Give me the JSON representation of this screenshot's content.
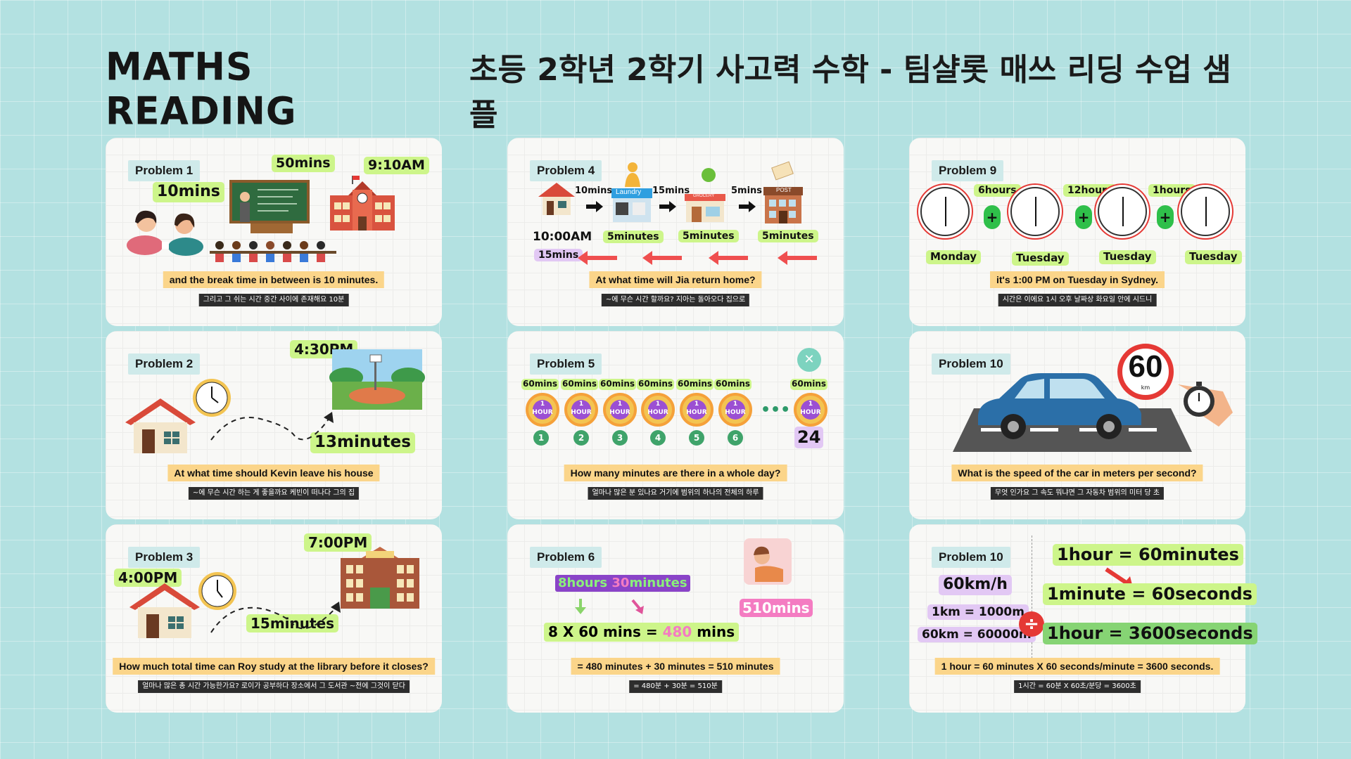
{
  "header": {
    "brand": "MATHS READING",
    "subtitle": "초등 2학년 2학기 사고력 수학 - 팀샬롯 매쓰 리딩 수업 샘플"
  },
  "cards": {
    "p1": {
      "tag": "Problem 1",
      "labels": [
        "10mins",
        "50mins",
        "9:10AM"
      ],
      "eng": "and the break time in between is 10 minutes.",
      "kor": "그리고 그 쉬는 시간 중간 사이에 존재해요 10분"
    },
    "p2": {
      "tag": "Problem 2",
      "labels": [
        "4:30PM",
        "13minutes"
      ],
      "eng": "At what time should Kevin leave his house",
      "kor": "~에 무슨 시간 하는 게 좋을까요 케빈이 떠나다 그의 집"
    },
    "p3": {
      "tag": "Problem 3",
      "labels": [
        "7:00PM",
        "4:00PM",
        "15minutes"
      ],
      "eng": "How much total time can Roy study at the library before it closes?",
      "kor": "얼마나 많은 총 시간 가능한가요? 로이가 공부하다 장소에서 그 도서관 ~전에 그것이 닫다"
    },
    "p4": {
      "tag": "Problem 4",
      "top_labels": [
        "10mins",
        "15mins",
        "5mins"
      ],
      "time": "10:00AM",
      "bottom_labels": [
        "5minutes",
        "5minutes",
        "5minutes"
      ],
      "purple": "15mins",
      "shop_sign": "Laundry",
      "grocery_sign": "GROCERY",
      "post_sign": "POST",
      "eng": "At what time will Jia return home?",
      "kor": "~에 무슨 시간 할까요? 지아는 돌아오다 집으로"
    },
    "p5": {
      "tag": "Problem 5",
      "mins_labels": [
        "60mins",
        "60mins",
        "60mins",
        "60mins",
        "60mins",
        "60mins",
        "60mins"
      ],
      "hour_num": "1",
      "hour_word": "HOUR",
      "numbers": [
        "1",
        "2",
        "3",
        "4",
        "5",
        "6"
      ],
      "dots": "•••",
      "last": "24",
      "close_icon": "✕",
      "eng": "How many minutes are there in a whole day?",
      "kor": "얼마나 많은 분 있나요 거기에 범위의 하나의 전체의 하루"
    },
    "p6": {
      "tag": "Problem 6",
      "hours_a": "8hours ",
      "hours_b": "30",
      "hours_c": "minutes",
      "eq_a": "8 X 60 mins = ",
      "eq_b": "480",
      "eq_c": " mins",
      "result": "510mins",
      "eng": "= 480 minutes + 30 minutes = 510 minutes",
      "kor": "= 480분 + 30분 = 510분"
    },
    "p9": {
      "tag": "Problem 9",
      "top_labels": [
        "6hours",
        "12hours",
        "1hours"
      ],
      "days": [
        "Monday",
        "Tuesday",
        "Tuesday",
        "Tuesday"
      ],
      "plus": "+",
      "eng": "it's 1:00 PM on Tuesday in Sydney.",
      "kor": "시간은 이에요 1시 오후 날짜상 화요일 안에 시드니"
    },
    "p10a": {
      "tag": "Problem 10",
      "speed": "60",
      "speed_unit": "km",
      "eng": "What is the speed of the car in meters per second?",
      "kor": "무엇 인가요 그 속도 뭐냐면 그 자동차 범위의 미터 당 초"
    },
    "p10b": {
      "tag": "Problem 10",
      "kmh": "60km/h",
      "km1": "1km = 1000m",
      "km60": "60km = 60000m",
      "divide": "÷",
      "eq1": "1hour = 60minutes",
      "eq2": "1minute = 60seconds",
      "eq3": "1hour = 3600seconds",
      "eng": "1 hour = 60 minutes X 60 seconds/minute = 3600 seconds.",
      "kor": "1시간 = 60분 X 60초/분당 = 3600초"
    }
  },
  "colors": {
    "background": "#b3e1e1",
    "label_green": "#cdf58a",
    "label_purple": "#e2c8f4",
    "label_pink": "#f47cc2",
    "caption_yellow": "#fbd58a",
    "arrow_red": "#ef4f4f",
    "tag_bg": "#cfeaea"
  },
  "icons": {
    "house": "house-icon",
    "clock": "clock-icon",
    "school": "school-icon",
    "library": "library-icon",
    "car": "car-icon",
    "stopwatch": "stopwatch-icon"
  }
}
